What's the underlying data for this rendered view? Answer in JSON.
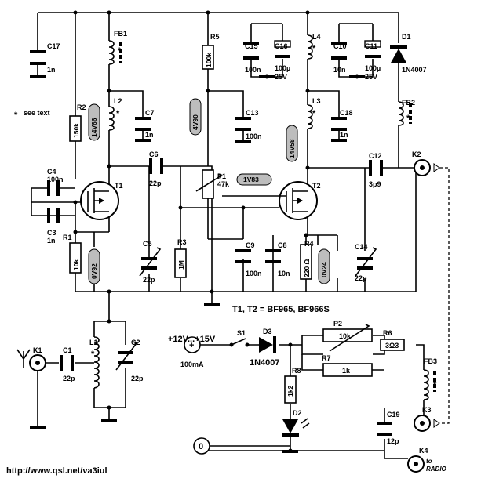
{
  "components": {
    "C17": {
      "ref": "C17",
      "value": "1n"
    },
    "FB1": {
      "ref": "FB1",
      "mark": "*"
    },
    "R5": {
      "ref": "R5",
      "value": "100k"
    },
    "C15": {
      "ref": "C15",
      "value": "100n"
    },
    "C16": {
      "ref": "C16",
      "value": "100µ",
      "rating": "25V"
    },
    "L4": {
      "ref": "L4",
      "mark": "*"
    },
    "C10": {
      "ref": "C10",
      "value": "10n"
    },
    "C11": {
      "ref": "C11",
      "value": "100µ",
      "rating": "25V"
    },
    "D1": {
      "ref": "D1",
      "value": "1N4007"
    },
    "R2": {
      "ref": "R2",
      "value": "150k"
    },
    "L2": {
      "ref": "L2",
      "mark": "*"
    },
    "C7": {
      "ref": "C7",
      "value": "1n"
    },
    "C13": {
      "ref": "C13",
      "value": "100n"
    },
    "L3": {
      "ref": "L3",
      "mark": "*"
    },
    "C18": {
      "ref": "C18",
      "value": "1n"
    },
    "FB2": {
      "ref": "FB2",
      "mark": "*"
    },
    "C4": {
      "ref": "C4",
      "value": "100n"
    },
    "C6": {
      "ref": "C6",
      "value": "22p"
    },
    "P1": {
      "ref": "P1",
      "value": "47k"
    },
    "C12": {
      "ref": "C12",
      "value": "3p9"
    },
    "K2": {
      "ref": "K2"
    },
    "T1": {
      "ref": "T1"
    },
    "T2": {
      "ref": "T2"
    },
    "C3": {
      "ref": "C3",
      "value": "1n"
    },
    "R1": {
      "ref": "R1",
      "value": "10k"
    },
    "C5": {
      "ref": "C5",
      "value": "22p"
    },
    "R3": {
      "ref": "R3",
      "value": "1M"
    },
    "C9": {
      "ref": "C9",
      "value": "100n"
    },
    "C8": {
      "ref": "C8",
      "value": "10n"
    },
    "R4": {
      "ref": "R4",
      "value": "220 Ω"
    },
    "C14": {
      "ref": "C14",
      "value": "22p"
    },
    "K1": {
      "ref": "K1"
    },
    "C1": {
      "ref": "C1",
      "value": "22p"
    },
    "L1": {
      "ref": "L1",
      "mark": "*"
    },
    "C2": {
      "ref": "C2",
      "value": "22p"
    },
    "S1": {
      "ref": "S1"
    },
    "D3": {
      "ref": "D3",
      "value": "1N4007"
    },
    "P2": {
      "ref": "P2",
      "value": "10k"
    },
    "R6": {
      "ref": "R6",
      "value": "3Ω3"
    },
    "R7": {
      "ref": "R7",
      "value": "1k"
    },
    "R8": {
      "ref": "R8",
      "value": "1k2"
    },
    "FB3": {
      "ref": "FB3",
      "mark": "*"
    },
    "D2": {
      "ref": "D2"
    },
    "C19": {
      "ref": "C19",
      "value": "12p"
    },
    "K3": {
      "ref": "K3"
    },
    "K4": {
      "ref": "K4",
      "note": "to",
      "note2": "RADIO"
    }
  },
  "voltages": {
    "v1": "14V66",
    "v2": "4V90",
    "v3": "1V83",
    "v4": "14V58",
    "v5": "0V92",
    "v6": "0V24"
  },
  "labels": {
    "see_text": "see text",
    "asterisk": "*",
    "transistors": "T1, T2 = BF965, BF966S",
    "supply": "+12V...+15V",
    "supply_current": "100mA",
    "zero": "0",
    "plus": "+",
    "url": "http://www.qsl.net/va3iul"
  }
}
